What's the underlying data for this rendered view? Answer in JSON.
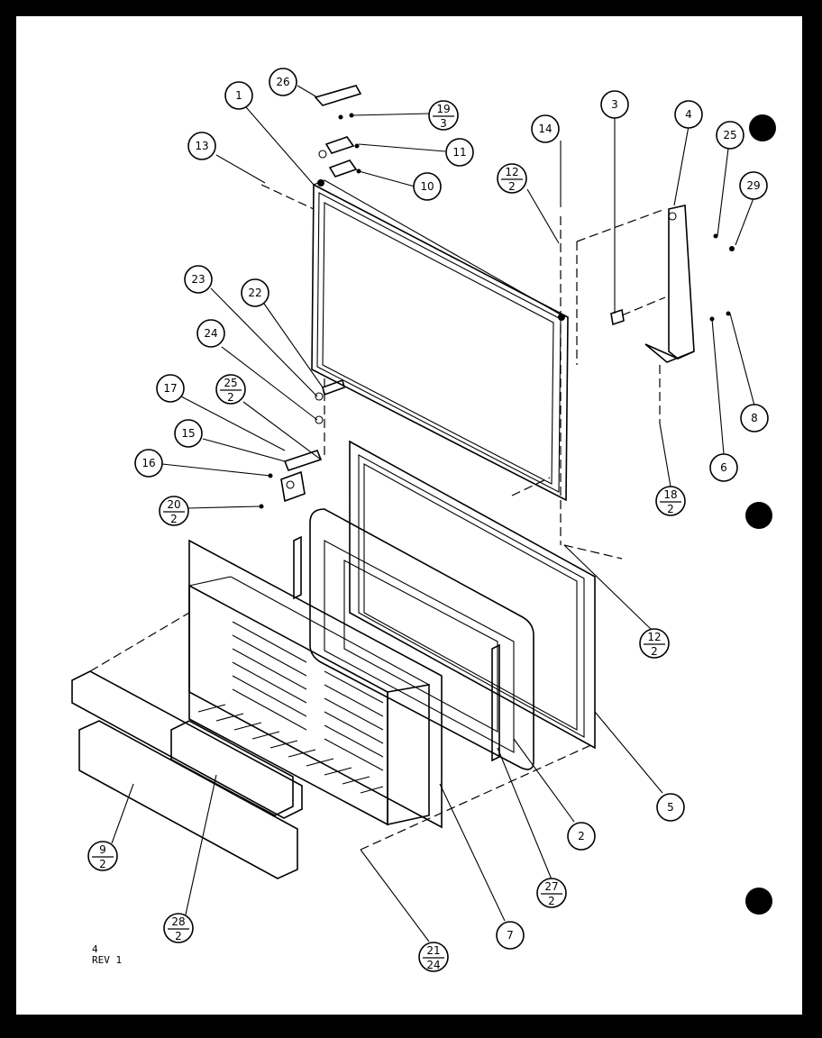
{
  "diagram": {
    "sheet_number": "4",
    "revision": "REV 1",
    "callouts": [
      {
        "id": "c1",
        "top": "1"
      },
      {
        "id": "c2",
        "top": "2"
      },
      {
        "id": "c3",
        "top": "3"
      },
      {
        "id": "c4",
        "top": "4"
      },
      {
        "id": "c5",
        "top": "5"
      },
      {
        "id": "c6",
        "top": "6"
      },
      {
        "id": "c7",
        "top": "7"
      },
      {
        "id": "c8",
        "top": "8"
      },
      {
        "id": "c9",
        "top": "9",
        "bottom": "2"
      },
      {
        "id": "c10",
        "top": "10"
      },
      {
        "id": "c11",
        "top": "11"
      },
      {
        "id": "c12a",
        "top": "12",
        "bottom": "2"
      },
      {
        "id": "c12b",
        "top": "12",
        "bottom": "2"
      },
      {
        "id": "c13",
        "top": "13"
      },
      {
        "id": "c14",
        "top": "14"
      },
      {
        "id": "c15",
        "top": "15"
      },
      {
        "id": "c16",
        "top": "16"
      },
      {
        "id": "c17",
        "top": "17"
      },
      {
        "id": "c18",
        "top": "18",
        "bottom": "2"
      },
      {
        "id": "c19",
        "top": "19",
        "bottom": "3"
      },
      {
        "id": "c20",
        "top": "20",
        "bottom": "2"
      },
      {
        "id": "c21",
        "top": "21",
        "bottom": "24"
      },
      {
        "id": "c22",
        "top": "22"
      },
      {
        "id": "c23",
        "top": "23"
      },
      {
        "id": "c24",
        "top": "24"
      },
      {
        "id": "c25a",
        "top": "25",
        "bottom": "2"
      },
      {
        "id": "c25b",
        "top": "25"
      },
      {
        "id": "c26",
        "top": "26"
      },
      {
        "id": "c27",
        "top": "27",
        "bottom": "2"
      },
      {
        "id": "c28",
        "top": "28",
        "bottom": "2"
      },
      {
        "id": "c29",
        "top": "29"
      }
    ]
  }
}
